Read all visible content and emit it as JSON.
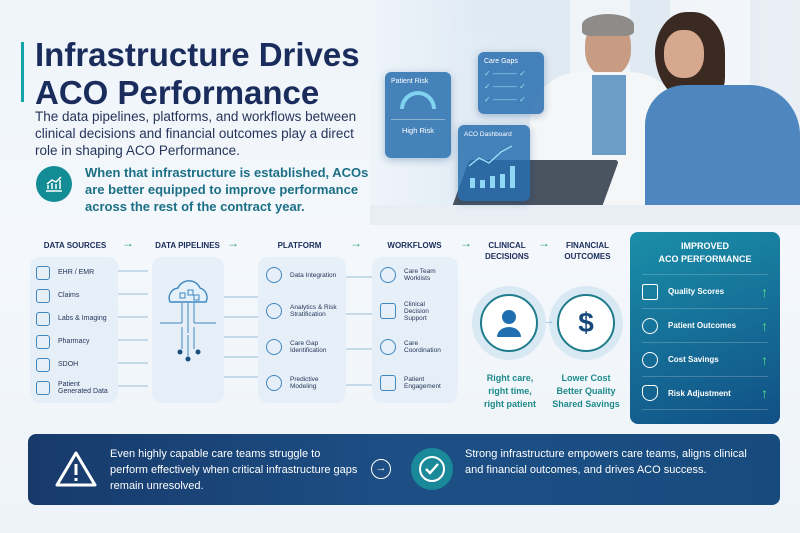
{
  "header": {
    "title_line1": "Infrastructure Drives",
    "title_line2": "ACO Performance",
    "intro": "The data pipelines, platforms, and workflows between clinical decisions and financial outcomes play a direct role in shaping ACO Performance.",
    "callout": "When that infrastructure is established, ACOs are better equipped to improve performance across the rest of the contract year."
  },
  "hero_cards": {
    "patient_risk": "Patient Risk",
    "high_risk": "High Risk",
    "care_gaps": "Care Gaps",
    "aco_dashboard": "ACO Dashboard"
  },
  "columns": {
    "data_sources": "DATA SOURCES",
    "data_pipelines": "DATA PIPELINES",
    "platform": "PLATFORM",
    "workflows": "WORKFLOWS",
    "clinical": "CLINICAL DECISIONS",
    "financial": "FINANCIAL OUTCOMES"
  },
  "arrow": "→",
  "data_sources": [
    "EHR / EMR",
    "Claims",
    "Labs & Imaging",
    "Pharmacy",
    "SDOH",
    "Patient Generated Data"
  ],
  "platform": [
    "Data Integration",
    "Analytics & Risk Stratification",
    "Care Gap Identification",
    "Predictive Modeling"
  ],
  "workflows": [
    "Care Team Worklists",
    "Clinical Decision Support",
    "Care Coordination",
    "Patient Engagement"
  ],
  "clinical_text": [
    "Right care,",
    "right time,",
    "right patient"
  ],
  "financial_text": [
    "Lower Cost",
    "Better Quality",
    "Shared Savings"
  ],
  "dollar": "$",
  "performance": {
    "title_line1": "IMPROVED",
    "title_line2": "ACO PERFORMANCE",
    "items": [
      "Quality Scores",
      "Patient Outcomes",
      "Cost Savings",
      "Risk Adjustment"
    ],
    "up": "↑"
  },
  "banner": {
    "left": "Even highly capable care teams struggle to perform effectively when critical infrastructure gaps remain unresolved.",
    "right": "Strong infrastructure empowers care teams, aligns clinical and financial outcomes, and drives ACO success.",
    "warn": "!"
  },
  "colors": {
    "navy": "#1a2c5b",
    "teal": "#138c95",
    "green": "#2aa36a"
  }
}
